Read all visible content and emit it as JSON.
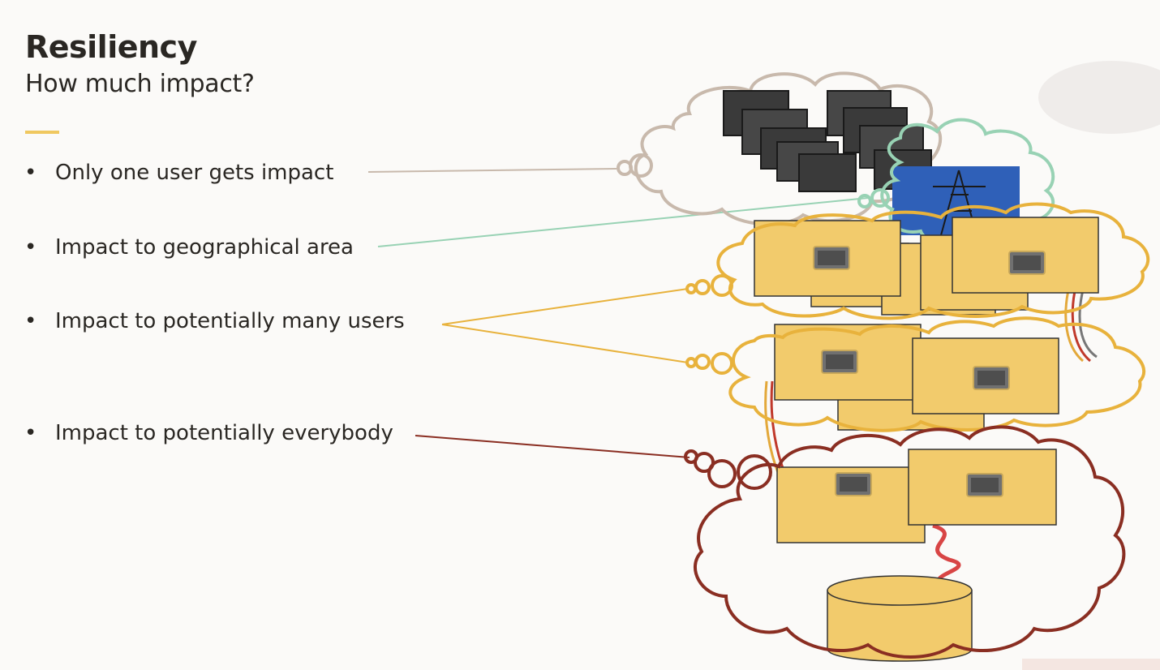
{
  "slide": {
    "title": "Resiliency",
    "subtitle": "How much impact?"
  },
  "bullets": [
    {
      "text": "Only one user gets impact",
      "cloud_color": "#c8b9ac"
    },
    {
      "text": "Impact to geographical area",
      "cloud_color": "#98d2b4"
    },
    {
      "text": "Impact to potentially many users",
      "cloud_color": "#e8b23c"
    },
    {
      "text": "Impact to potentially everybody",
      "cloud_color": "#8a2e22"
    }
  ],
  "colors": {
    "background": "#fbfaf8",
    "accent": "#f0c860",
    "server_box": "#f2cb6c",
    "text": "#2a2723"
  },
  "icons": [
    "laptop-icon",
    "cell-tower-icon",
    "cpu-chip-icon",
    "network-cable-icon",
    "database-icon"
  ]
}
